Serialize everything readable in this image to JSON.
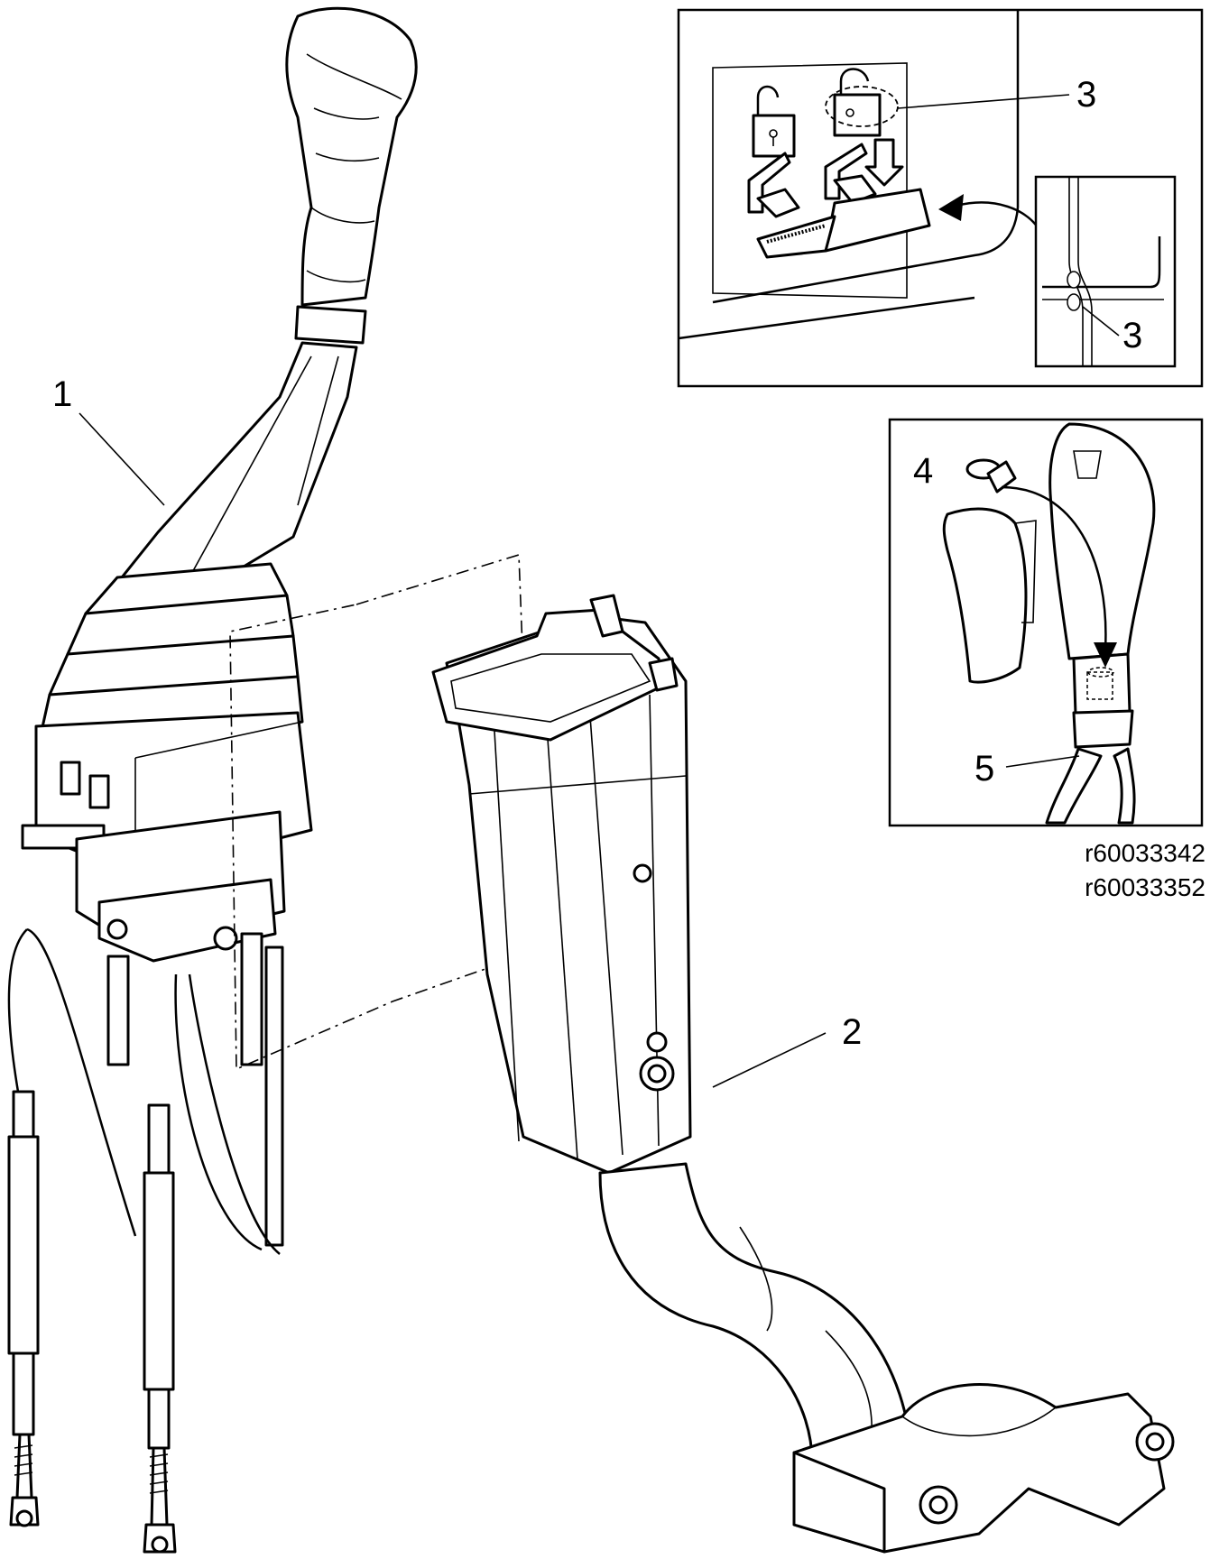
{
  "callouts": {
    "c1": "1",
    "c2": "2",
    "c3a": "3",
    "c3b": "3",
    "c4": "4",
    "c5": "5"
  },
  "references": [
    "r60033342",
    "r60033352"
  ],
  "icons": {
    "padlock_open": "padlock-open-icon",
    "padlock_closed": "padlock-closed-icon",
    "arrow_down": "arrow-down-icon"
  }
}
